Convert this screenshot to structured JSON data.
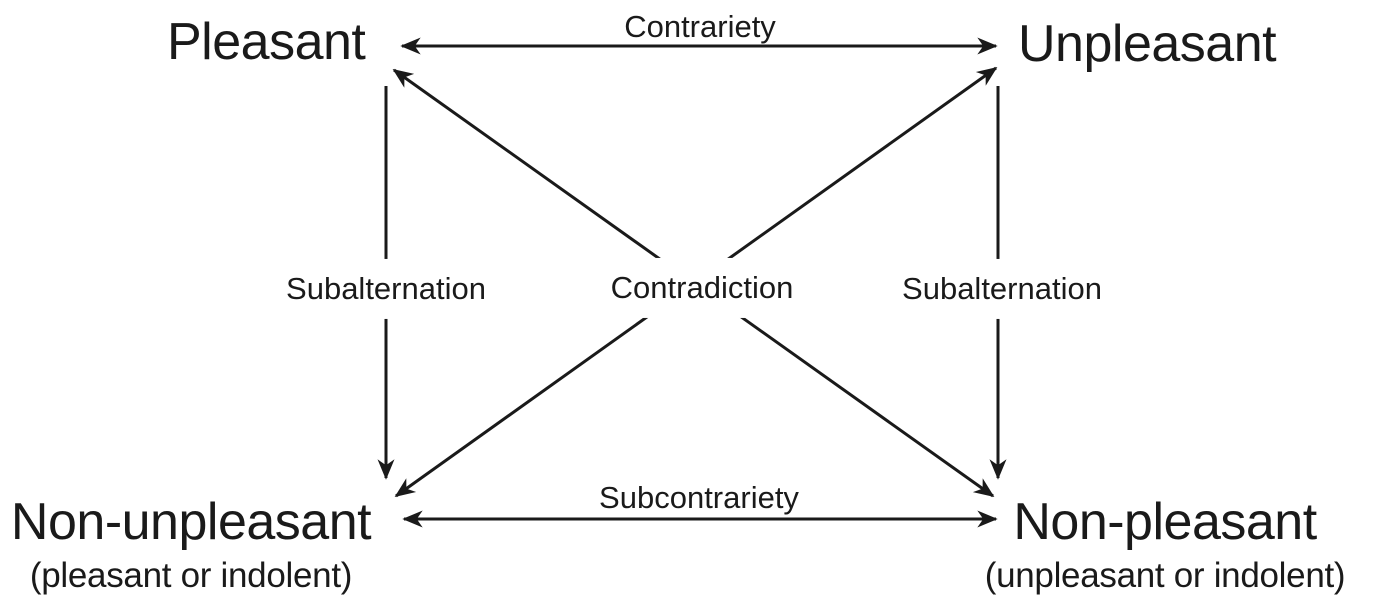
{
  "diagram": {
    "type": "square-of-opposition",
    "nodes": {
      "top_left": {
        "label": "Pleasant"
      },
      "top_right": {
        "label": "Unpleasant"
      },
      "bottom_left": {
        "label": "Non-unpleasant",
        "sublabel": "(pleasant or indolent)"
      },
      "bottom_right": {
        "label": "Non-pleasant",
        "sublabel": "(unpleasant or indolent)"
      }
    },
    "relations": {
      "top": {
        "label": "Contrariety",
        "arrow": "double"
      },
      "bottom": {
        "label": "Subcontrariety",
        "arrow": "double"
      },
      "left": {
        "label": "Subalternation",
        "arrow": "down"
      },
      "right": {
        "label": "Subalternation",
        "arrow": "down"
      },
      "diagonals": {
        "label": "Contradiction",
        "arrow": "double-both-diagonals"
      }
    },
    "colors": {
      "line": "#1a1a1a",
      "text": "#1a1a1a",
      "background": "#ffffff"
    }
  }
}
